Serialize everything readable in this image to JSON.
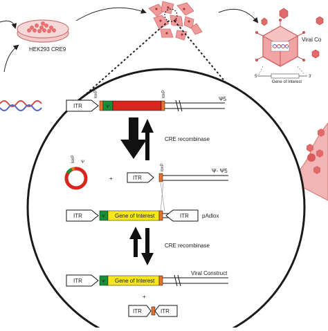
{
  "labels": {
    "cell_line": "HEK293 CRE9",
    "viral_construct_top": "Viral Co",
    "gene_of_interest": "Gene of Interest",
    "itr": "ITR",
    "loxp": "loxP",
    "psi": "Ψ",
    "psi5": "Ψ5",
    "psi_psi5": "Ψ- Ψ5",
    "cre_recombinase": "CRE recombinase",
    "plus": "+",
    "padlox": "pAdlox",
    "viral_construct": "Viral Construct",
    "terminal_5": "5'",
    "terminal_3": "3'"
  },
  "colors": {
    "red_cassette": "#d7261e",
    "green_psi": "#1a8f3a",
    "yellow_gene": "#f5e71b",
    "orange_lox": "#e8722a",
    "cell_pink": "#e88a8a",
    "virus_pink": "#e06b6b"
  }
}
